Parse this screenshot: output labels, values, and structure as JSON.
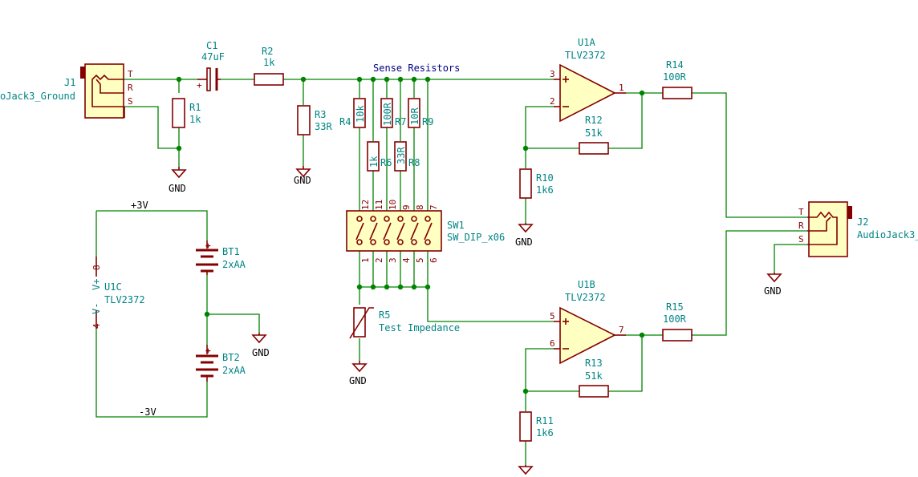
{
  "sense_label": "Sense Resistors",
  "j1": {
    "ref": "J1",
    "value": "oJack3_Ground",
    "pins": [
      "T",
      "R",
      "S"
    ]
  },
  "j2": {
    "ref": "J2",
    "value": "AudioJack3_",
    "pins": [
      "T",
      "R",
      "S"
    ]
  },
  "c1": {
    "ref": "C1",
    "value": "47uF"
  },
  "r1": {
    "ref": "R1",
    "value": "1k"
  },
  "r2": {
    "ref": "R2",
    "value": "1k"
  },
  "r3": {
    "ref": "R3",
    "value": "33R"
  },
  "r4": {
    "ref": "R4",
    "value": "10k"
  },
  "r5": {
    "ref": "R5",
    "value": "Test Impedance"
  },
  "r6": {
    "ref": "R6",
    "value": "1k"
  },
  "r7": {
    "ref": "R7",
    "value": "100R"
  },
  "r8": {
    "ref": "R8",
    "value": "33R"
  },
  "r9": {
    "ref": "R9",
    "value": "10R"
  },
  "r10": {
    "ref": "R10",
    "value": "1k6"
  },
  "r11": {
    "ref": "R11",
    "value": "1k6"
  },
  "r12": {
    "ref": "R12",
    "value": "51k"
  },
  "r13": {
    "ref": "R13",
    "value": "51k"
  },
  "r14": {
    "ref": "R14",
    "value": "100R"
  },
  "r15": {
    "ref": "R15",
    "value": "100R"
  },
  "u1a": {
    "ref": "U1A",
    "value": "TLV2372",
    "pin_out": "1",
    "pin_plus": "3",
    "pin_minus": "2"
  },
  "u1b": {
    "ref": "U1B",
    "value": "TLV2372",
    "pin_out": "7",
    "pin_plus": "5",
    "pin_minus": "6"
  },
  "u1c": {
    "ref": "U1C",
    "value": "TLV2372",
    "pin_vp": "8",
    "pin_vn": "4",
    "vp_label": "V+",
    "vn_label": "V-"
  },
  "sw1": {
    "ref": "SW1",
    "value": "SW_DIP_x06",
    "top_pins": [
      "12",
      "11",
      "10",
      "9",
      "8",
      "7"
    ],
    "bottom_pins": [
      "1",
      "2",
      "3",
      "4",
      "5",
      "6"
    ]
  },
  "bt1": {
    "ref": "BT1",
    "value": "2xAA"
  },
  "bt2": {
    "ref": "BT2",
    "value": "2xAA"
  },
  "plus_sign": "+",
  "nets": {
    "pos": "+3V",
    "neg": "-3V",
    "gnd": "GND"
  }
}
